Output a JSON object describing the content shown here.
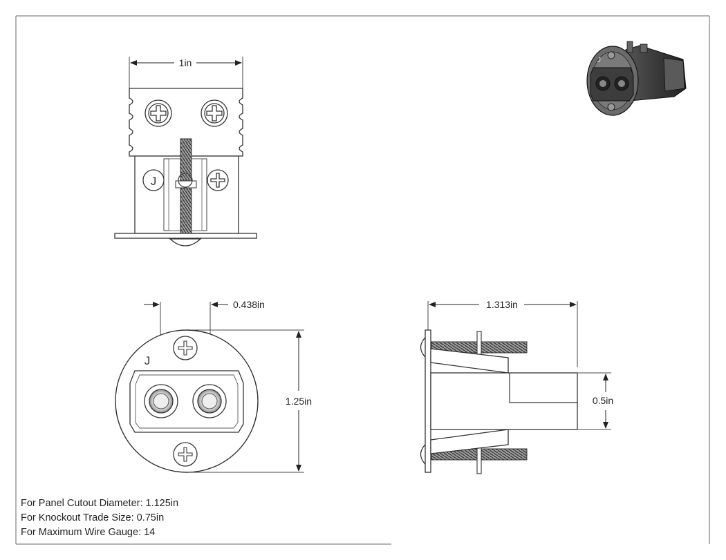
{
  "dimensions": {
    "width": "1in",
    "pin_spacing": "0.438in",
    "diameter": "1.25in",
    "length": "1.313in",
    "height": "0.5in"
  },
  "marks": {
    "polarity_top": "J",
    "polarity_front": "J",
    "polarity_iso": "J"
  },
  "notes": [
    "For Panel Cutout Diameter: 1.125in",
    "For Knockout Trade Size: 0.75in",
    "For Maximum Wire Gauge: 14"
  ]
}
